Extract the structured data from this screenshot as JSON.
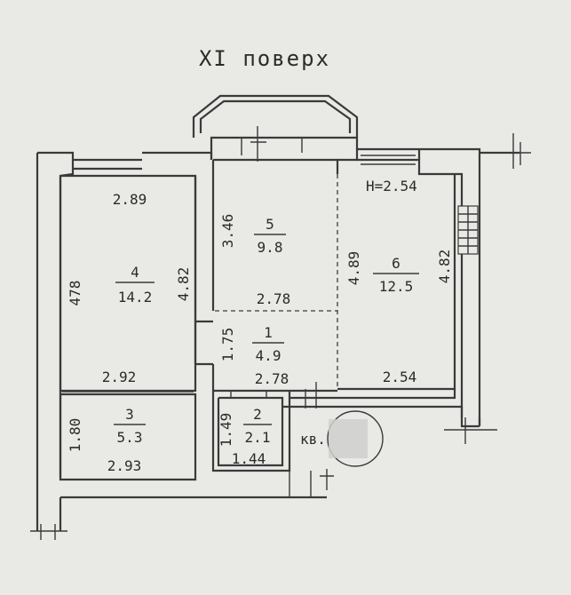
{
  "title": "XI поверх",
  "height_note": "H=2.54",
  "apartment_label": "кв.",
  "rooms": [
    {
      "number": "4",
      "area": "14.2"
    },
    {
      "number": "5",
      "area": "9.8"
    },
    {
      "number": "6",
      "area": "12.5"
    },
    {
      "number": "1",
      "area": "4.9"
    },
    {
      "number": "3",
      "area": "5.3"
    },
    {
      "number": "2",
      "area": "2.1"
    }
  ],
  "dimensions": {
    "room4_top": "2.89",
    "room4_left": "478",
    "room4_right": "4.82",
    "room4_bottom": "2.92",
    "room5_left": "3.46",
    "room5_bottom": "2.78",
    "room1_left": "1.75",
    "room1_bottom": "2.78",
    "room6_left": "4.89",
    "room6_right": "4.82",
    "room6_bottom": "2.54",
    "room3_left": "1.80",
    "room3_bottom": "2.93",
    "room2_left": "1.49",
    "room2_bottom": "1.44"
  }
}
